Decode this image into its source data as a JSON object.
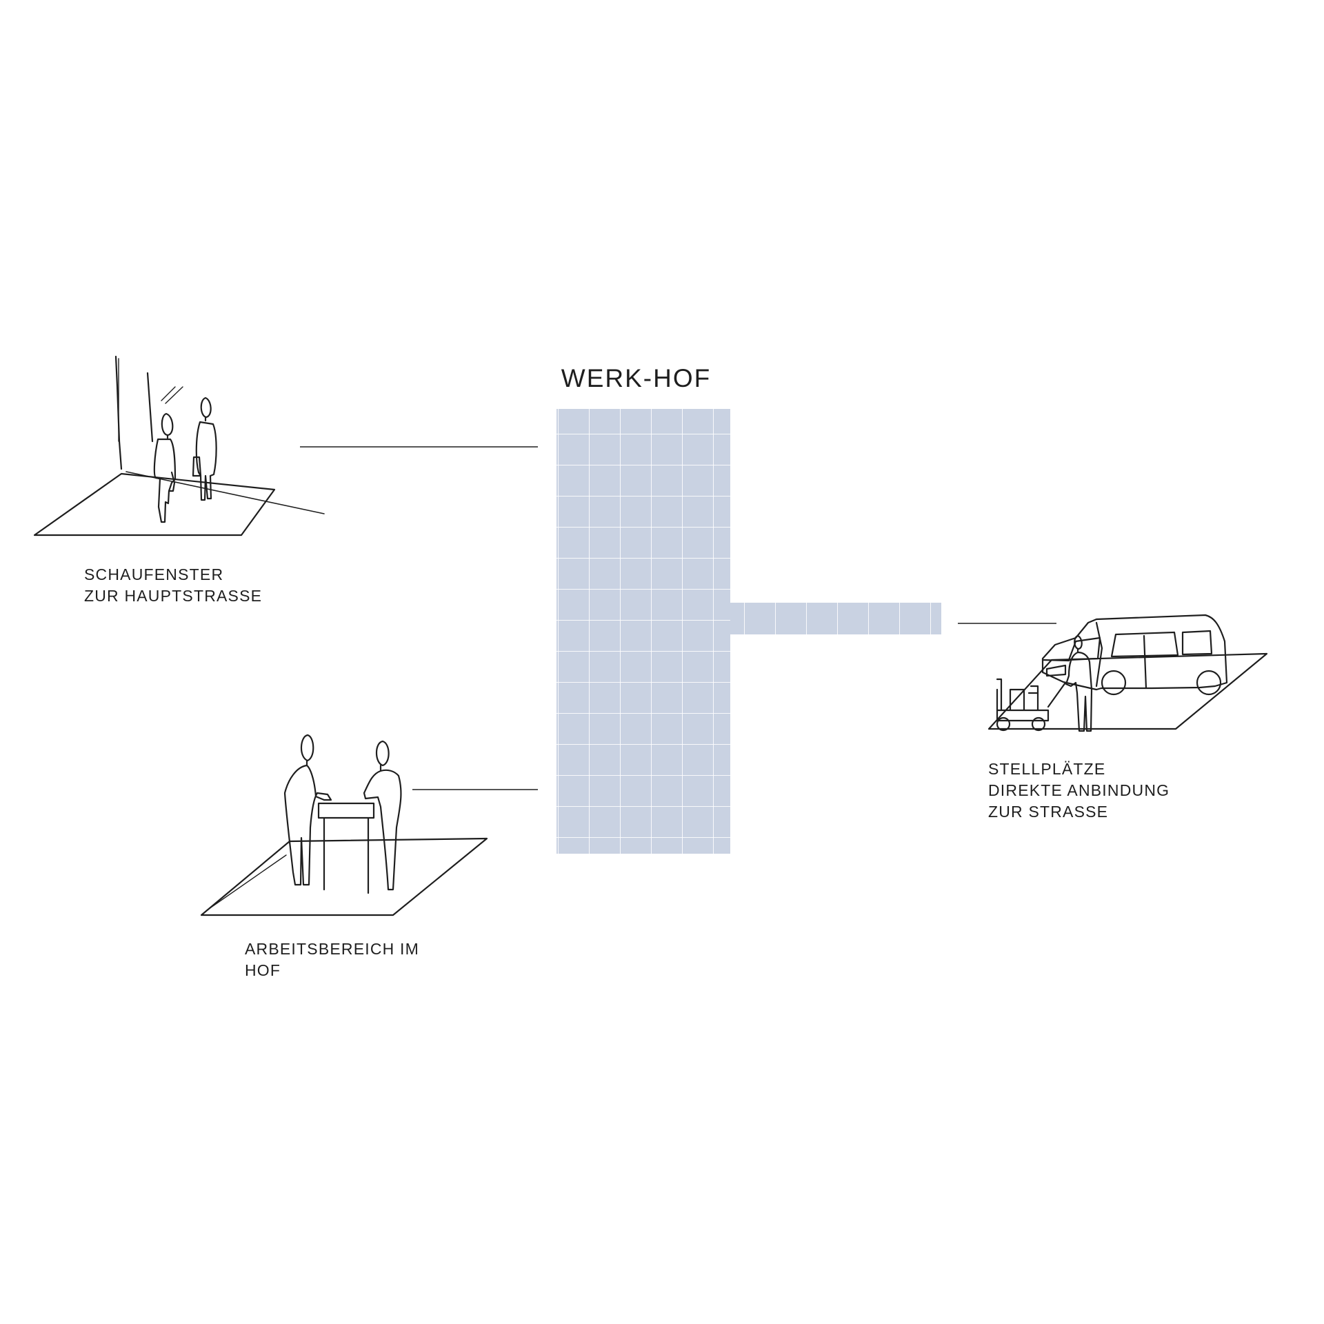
{
  "title": "WERK-HOF",
  "colors": {
    "grid_fill": "#c9d2e2",
    "grid_line": "#ffffff",
    "ink": "#1e1e1e"
  },
  "labels": {
    "schaufenster": [
      "SCHAUFENSTER",
      "ZUR HAUPTSTRASSE"
    ],
    "arbeitsbereich": [
      "ARBEITSBEREICH IM",
      "HOF"
    ],
    "stellplaetze": [
      "STELLPLÄTZE",
      "DIREKTE ANBINDUNG",
      "ZUR STRASSE"
    ]
  },
  "sketches": [
    "shop-window-sketch",
    "workbench-sketch",
    "parking-van-sketch"
  ]
}
